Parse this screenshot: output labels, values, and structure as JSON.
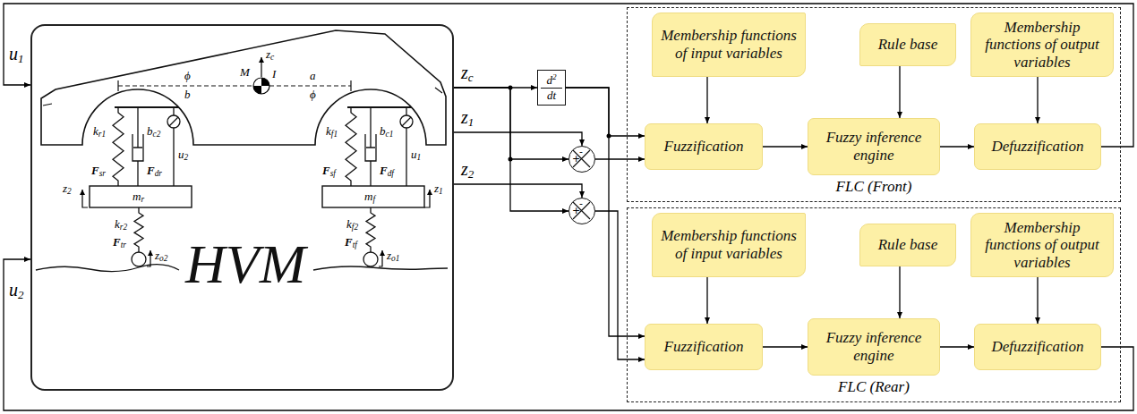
{
  "diagram": {
    "nodes": [
      {
        "text": [
          "HVM"
        ]
      },
      {
        "text": [
          "d2",
          "dt"
        ]
      },
      {
        "text": [
          "+",
          "-"
        ]
      },
      {
        "text": [
          "+",
          "-"
        ]
      },
      {
        "text": [
          "FLC (Front)"
        ]
      },
      {
        "text": [
          "Membership functions of input variables"
        ],
        "in": 4
      },
      {
        "text": [
          "Rule base"
        ],
        "in": 4
      },
      {
        "text": [
          "Membership functions of output variables"
        ],
        "in": 4
      },
      {
        "text": [
          "Fuzzification"
        ],
        "in": 4
      },
      {
        "text": [
          "Fuzzy inference engine"
        ],
        "in": 4
      },
      {
        "text": [
          "Defuzzification"
        ],
        "in": 4
      },
      {
        "text": [
          "FLC (Rear)"
        ]
      },
      {
        "text": [
          "Membership functions of input variables"
        ],
        "in": 11
      },
      {
        "text": [
          "Rule base"
        ],
        "in": 11
      },
      {
        "text": [
          "Membership functions of output variables"
        ],
        "in": 11
      },
      {
        "text": [
          "Fuzzification"
        ],
        "in": 11
      },
      {
        "text": [
          "Fuzzy inference engine"
        ],
        "in": 11
      },
      {
        "text": [
          "Defuzzification"
        ],
        "in": 11
      }
    ],
    "edges": [
      {
        "from": 0,
        "to": 1,
        "arrow": "to",
        "label": "zc"
      },
      {
        "from": 0,
        "to": 2,
        "arrow": "to",
        "label": "z1"
      },
      {
        "from": 0,
        "to": 2,
        "arrow": "to"
      },
      {
        "from": 0,
        "to": 3,
        "arrow": "to",
        "label": "z2"
      },
      {
        "from": 0,
        "to": 3,
        "arrow": "to"
      },
      {
        "from": 1,
        "to": 8,
        "arrow": "to"
      },
      {
        "from": 1,
        "to": 15,
        "arrow": "to"
      },
      {
        "from": 2,
        "to": 8,
        "arrow": "to"
      },
      {
        "from": 3,
        "to": 15,
        "arrow": "to"
      },
      {
        "from": 5,
        "to": 8,
        "arrow": "to"
      },
      {
        "from": 6,
        "to": 9,
        "arrow": "to"
      },
      {
        "from": 7,
        "to": 10,
        "arrow": "to"
      },
      {
        "from": 8,
        "to": 9,
        "arrow": "to"
      },
      {
        "from": 9,
        "to": 10,
        "arrow": "to"
      },
      {
        "from": 12,
        "to": 15,
        "arrow": "to"
      },
      {
        "from": 13,
        "to": 16,
        "arrow": "to"
      },
      {
        "from": 14,
        "to": 17,
        "arrow": "to"
      },
      {
        "from": 15,
        "to": 16,
        "arrow": "to"
      },
      {
        "from": 16,
        "to": 17,
        "arrow": "to"
      },
      {
        "from": 10,
        "to": 0,
        "arrow": "to",
        "label": "u1"
      },
      {
        "from": 17,
        "to": 0,
        "arrow": "to",
        "label": "u2"
      }
    ],
    "labels": [
      "M",
      "I",
      "zc",
      "ϕ",
      "b",
      "a",
      "ϕ",
      "kr1",
      "bc2",
      "u2",
      "Fsr",
      "Fdr",
      "mr",
      "kr2",
      "Ftr",
      "z2",
      "zo2",
      "kf1",
      "bc1",
      "u1",
      "Fsf",
      "Fdf",
      "mf",
      "kf2",
      "Ftf",
      "z1",
      "zo1"
    ]
  }
}
